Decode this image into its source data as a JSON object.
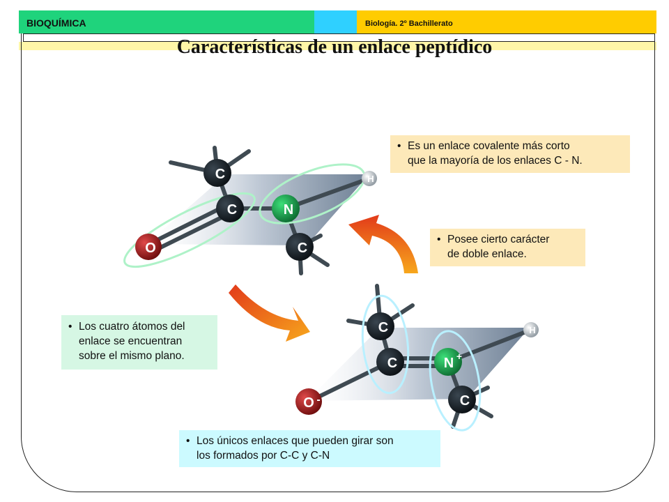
{
  "header": {
    "subject": "BIOQUÍMICA",
    "course": "Biología. 2º Bachillerato"
  },
  "title": "Características de un enlace peptídico",
  "notes": {
    "covalent": {
      "line1": "Es un enlace covalente más corto",
      "line2": "que la mayoría de los enlaces C - N."
    },
    "double": {
      "line1": "Posee cierto carácter",
      "line2": "de doble enlace."
    },
    "plane": {
      "line1": "Los cuatro átomos del",
      "line2": "enlace se encuentran",
      "line3": "sobre el mismo plano."
    },
    "rotation": {
      "line1": "Los únicos enlaces que pueden girar son",
      "line2": "los formados por C-C y C-N"
    }
  },
  "atoms": {
    "c": "C",
    "n": "N",
    "o": "O",
    "h": "H",
    "n_plus": "+",
    "o_minus": "-"
  },
  "colors": {
    "header_green": "#1fd37c",
    "header_cyan": "#2fd0ff",
    "header_yellow": "#ffcc00",
    "note_orange": "#fde9b9",
    "note_green": "#d6f7e4",
    "note_cyan": "#ccfaff",
    "arrow": "#ef6a1e"
  }
}
